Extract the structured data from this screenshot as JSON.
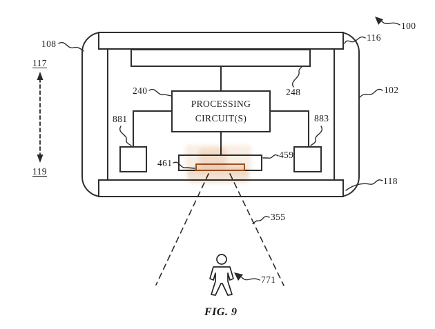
{
  "figure": {
    "caption": "FIG. 9",
    "type": "patent-drawing"
  },
  "boxes": {
    "processing": {
      "line1": "PROCESSING",
      "line2": "CIRCUIT(S)"
    }
  },
  "labels": {
    "100": "100",
    "102": "102",
    "108": "108",
    "116": "116",
    "117": "117",
    "118": "118",
    "119": "119",
    "240": "240",
    "248": "248",
    "355": "355",
    "459": "459",
    "461": "461",
    "771": "771",
    "881": "881",
    "883": "883"
  },
  "colors": {
    "line": "#2e2e2e",
    "highlight_border": "#a05526",
    "highlight_fill": "#f9ece3",
    "watermark": "#f3ddc9"
  }
}
